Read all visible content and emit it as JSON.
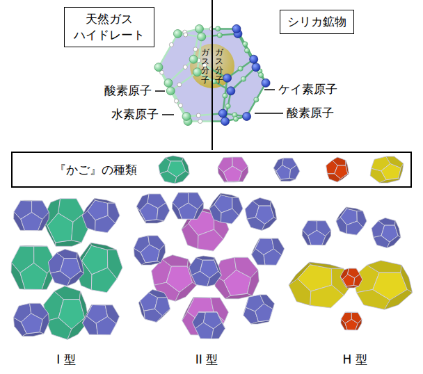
{
  "diagram": {
    "nodes": [
      {
        "text": [
          "天然ガス ハイドレート"
        ]
      },
      {
        "text": [
          "シリカ鉱物"
        ]
      },
      {
        "text": [
          "『かご』の種類"
        ]
      }
    ],
    "labels": [
      "ガス分子",
      "ガス分子",
      "酸素原子",
      "水素原子",
      "ケイ素原子",
      "酸素原子",
      "I 型",
      "II 型",
      "H 型"
    ]
  }
}
